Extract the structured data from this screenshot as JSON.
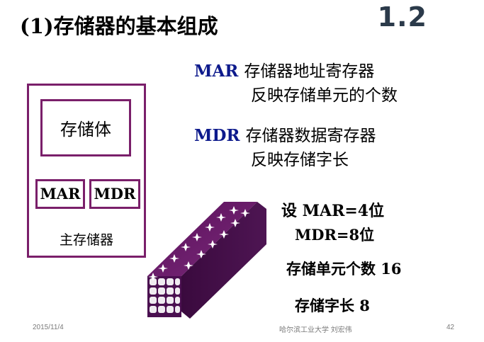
{
  "slide": {
    "title": "(1)存储器的基本组成",
    "section_number": "1.2"
  },
  "definitions": {
    "mar": {
      "term": "MAR",
      "line1": "存储器地址寄存器",
      "line2": "反映存储单元的个数"
    },
    "mdr": {
      "term": "MDR",
      "line1": "存储器数据寄存器",
      "line2": "反映存储字长"
    }
  },
  "diagram": {
    "inner_label": "存储体",
    "register_mar": "MAR",
    "register_mdr": "MDR",
    "caption": "主存储器",
    "accent_color": "#7a1f6a"
  },
  "parameters": {
    "mar_bits": "设 MAR=4位",
    "mdr_bits": "MDR=8位",
    "unit_count": "存储单元个数 16",
    "word_length": "存储字长 8"
  },
  "footer": {
    "date": "2015/11/4",
    "author": "哈尔滨工业大学 刘宏伟",
    "page": "42"
  }
}
